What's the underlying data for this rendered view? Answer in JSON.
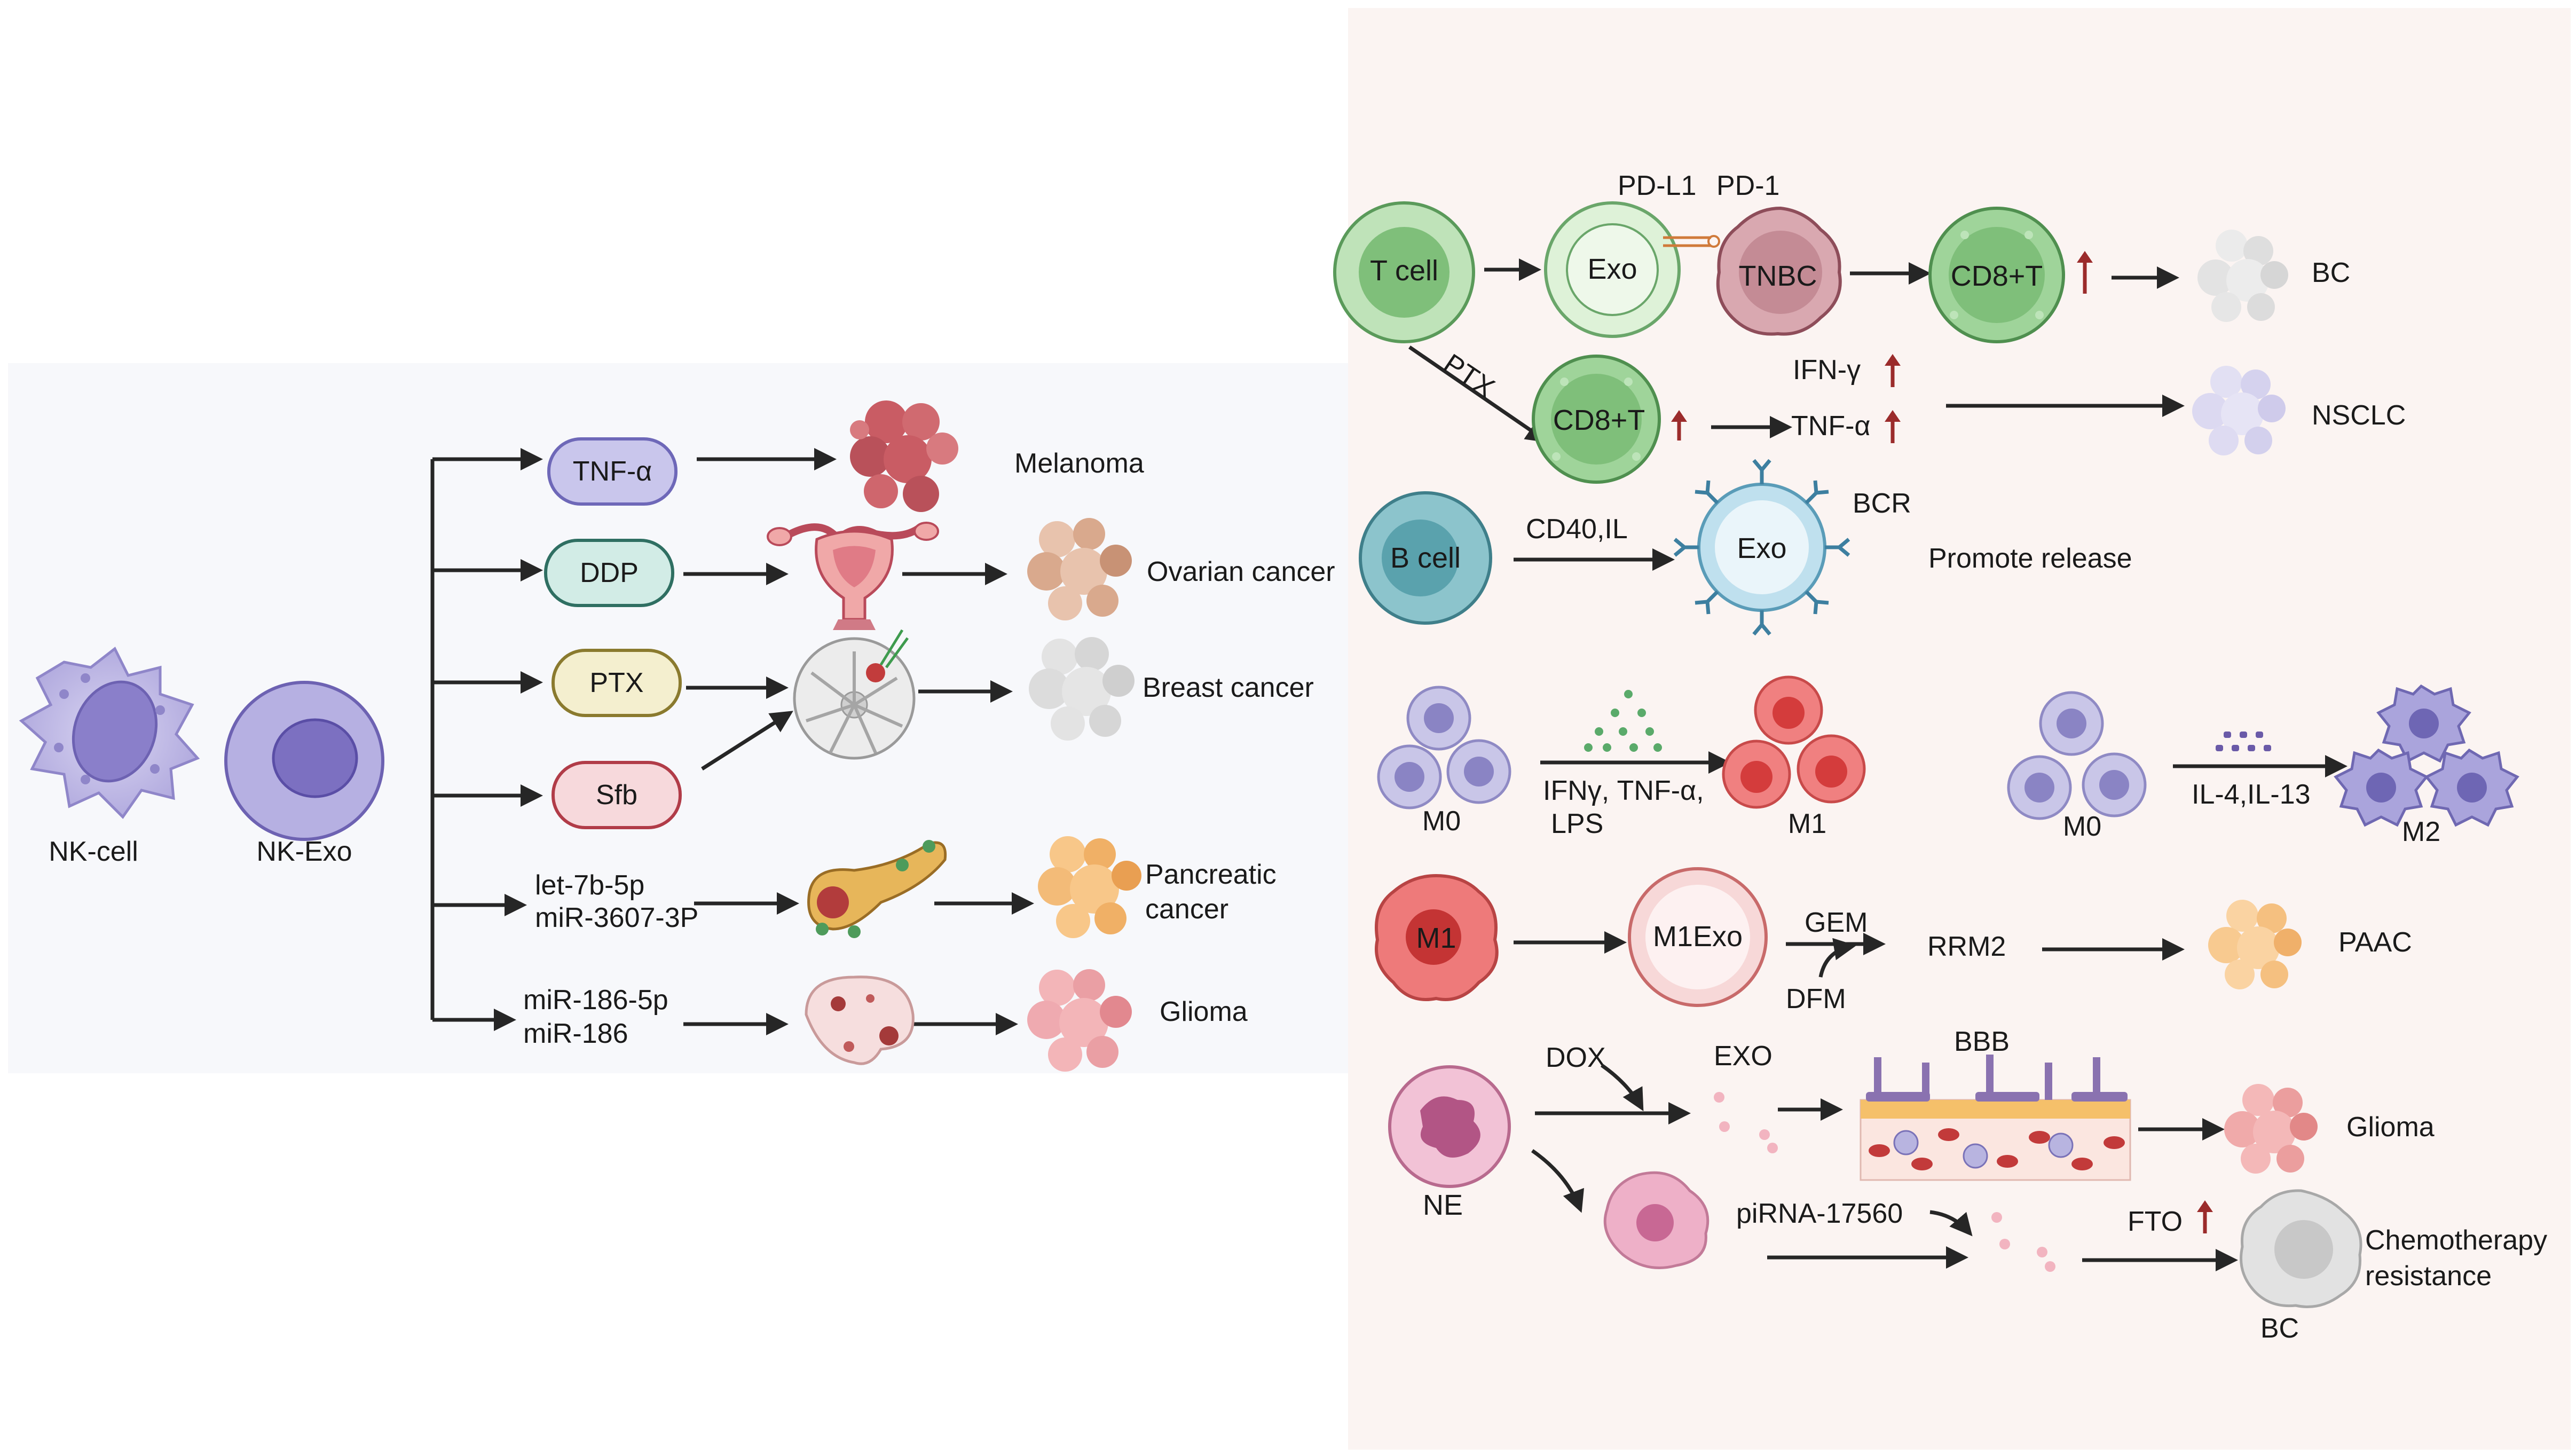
{
  "colors": {
    "left_panel_bg": "#f7f8fb",
    "right_panel_bg": "#fbf4f2",
    "arrow": "#262626",
    "up_arrow": "#9b2b2b",
    "nk_purple": "#b8b3e0",
    "tcell_green": "#a8d8a4",
    "bcell_teal": "#8cc4cc",
    "m1_red": "#ec6b6b",
    "ne_pink": "#f0b8d0"
  },
  "left": {
    "nk_cell": "NK-cell",
    "nk_exo": "NK-Exo",
    "tnf": "TNF-α",
    "ddp": "DDP",
    "ptx": "PTX",
    "sfb": "Sfb",
    "let7b": "let-7b-5p",
    "mir3607": "miR-3607-3P",
    "mir186_5p": "miR-186-5p",
    "mir186": "miR-186",
    "melanoma": "Melanoma",
    "ovarian": "Ovarian cancer",
    "breast": "Breast cancer",
    "pancreatic_1": "Pancreatic",
    "pancreatic_2": "cancer",
    "glioma": "Glioma"
  },
  "right": {
    "tcell": "T cell",
    "exo": "Exo",
    "pdl1": "PD-L1",
    "pd1": "PD-1",
    "tnbc": "TNBC",
    "cd8t": "CD8+T",
    "bc": "BC",
    "ptx": "PTX",
    "ifn": "IFN-γ",
    "tnfa": "TNF-α",
    "nsclc": "NSCLC",
    "bcell": "B cell",
    "cd40": "CD40,IL",
    "bcr": "BCR",
    "promote": "Promote release",
    "m0": "M0",
    "ifn_tnf": "IFNγ, TNF-α,",
    "lps": "LPS",
    "m1": "M1",
    "il4": "IL-4,IL-13",
    "m2": "M2",
    "m1exo": "M1Exo",
    "gem": "GEM",
    "dfm": "DFM",
    "rrm2": "RRM2",
    "paac": "PAAC",
    "dox": "DOX",
    "exo_caps": "EXO",
    "bbb": "BBB",
    "glioma": "Glioma",
    "ne": "NE",
    "pirna": "piRNA-17560",
    "fto": "FTO",
    "chemo_1": "Chemotherapy",
    "chemo_2": "resistance"
  }
}
